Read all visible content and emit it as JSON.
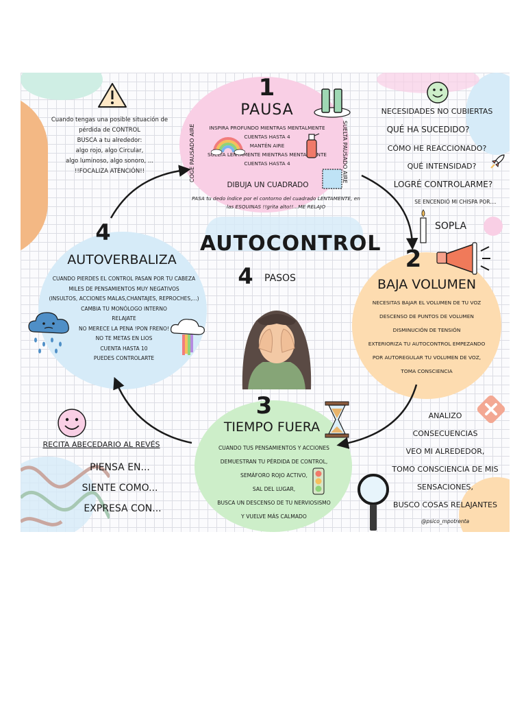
{
  "title": "AUTOCONTROL",
  "subtitle_number": "4",
  "subtitle_word": "PASOS",
  "warning": {
    "lines": [
      "Cuando tengas una posible situación de",
      "pérdida de CONTROL",
      "BUSCA a tu alrededor:",
      "algo rojo, algo Circular,",
      "algo luminoso, algo sonoro, ...",
      "!!FOCALIZA ATENCIÓN!!"
    ]
  },
  "step1": {
    "number": "1",
    "title": "PAUSA",
    "lines": [
      "INSPIRA PROFUNDO MIENTRAS MENTALMENTE",
      "CUENTAS HASTA 4",
      "MANTÉN AIRE",
      "SUELTA LENTAMENTE MIENTRAS MENTALMENTE",
      "CUENTAS HASTA 4"
    ],
    "draw": "DIBUJA UN CUADRADO",
    "note_lines": [
      "PASA tu dedo índice por el contorno del cuadrado LENTAMENTE, en",
      "las ESQUINAS !!grita alto!!...ME RELAJO"
    ],
    "side_left": "COGE PAUSADO AIRE",
    "side_right": "SUELTA PAUSADO AIRE"
  },
  "needs": {
    "title": "NECESIDADES NO CUBIERTAS",
    "questions": [
      "QUÉ HA SUCEDIDO?",
      "CÓMO HE REACCIONADO?",
      "QUÉ INTENSIDAD?",
      "LOGRÉ CONTROLARME?"
    ],
    "spark": "SE ENCENDIÓ MI CHISPA POR....",
    "blow": "SOPLA"
  },
  "step2": {
    "number": "2",
    "title": "BAJA VOLUMEN",
    "lines": [
      "NECESITAS BAJAR EL VOLUMEN DE TU VOZ",
      "DESCENSO DE PUNTOS DE VOLUMEN",
      "DISMINUCIÓN DE TENSIÓN",
      "EXTERIORIZA TU AUTOCONTROL EMPEZANDO",
      "POR AUTOREGULAR TU VOLUMEN DE VOZ,",
      "TOMA CONSCIENCIA"
    ]
  },
  "step3": {
    "number": "3",
    "title": "TIEMPO FUERA",
    "lines": [
      "CUANDO TUS PENSAMIENTOS Y ACCIONES",
      "DEMUESTRAN TU PÉRDIDA DE CONTROL,",
      "SEMÁFORO ROJO ACTIVO,",
      "SAL DEL LUGAR,",
      "BUSCA UN DESCENSO DE TU NERVIOSISMO",
      "Y VUELVE MÁS CALMADO"
    ]
  },
  "step4": {
    "number": "4",
    "title": "AUTOVERBALIZA",
    "lines": [
      "CUANDO PIERDES EL CONTROL PASAN POR TU CABEZA",
      "MILES DE PENSAMIENTOS MUY NEGATIVOS",
      "(INSULTOS, ACCIONES MALAS,CHANTAJES, REPROCHES,...)",
      "CAMBIA TU MONÓLOGO INTERNO",
      "RELAJATE",
      "NO MERECE LA PENA !PON FRENO!",
      "NO TE METAS EN LIOS",
      "CUENTA HASTA 10",
      "PUEDES CONTROLARTE"
    ]
  },
  "analyze": {
    "lines": [
      "ANALIZO",
      "CONSECUENCIAS",
      "VEO MI ALREDEDOR,",
      "TOMO CONSCIENCIA DE MIS",
      "SENSACIONES,",
      "BUSCO COSAS RELAJANTES"
    ]
  },
  "recita": {
    "title": "RECITA ABECEDARIO AL REVÉS",
    "lines": [
      "PIENSA EN...",
      "SIENTE COMO...",
      "EXPRESA CON..."
    ]
  },
  "credit": "@psico_mpotrenta",
  "colors": {
    "pink": "#f9cfe5",
    "blue": "#d6ebf8",
    "peach": "#fddcb0",
    "green": "#cdeec9",
    "orange_blob": "#f3b884",
    "mint_blob": "#cfeee4"
  }
}
